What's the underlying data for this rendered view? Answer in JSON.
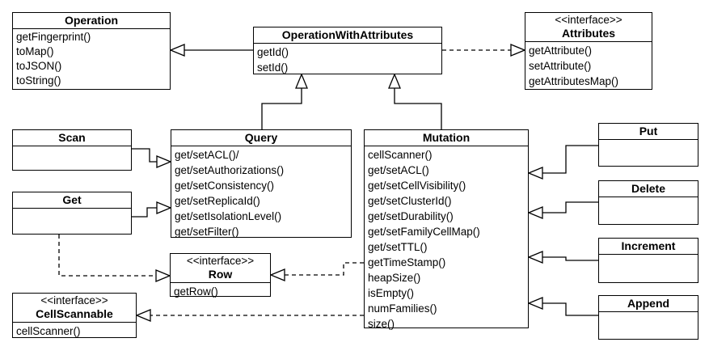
{
  "operation": {
    "name": "Operation",
    "methods": [
      "getFingerprint()",
      "toMap()",
      "toJSON()",
      "toString()"
    ]
  },
  "owa": {
    "name": "OperationWithAttributes",
    "methods": [
      "getId()",
      "setId()"
    ]
  },
  "attributes": {
    "stereotype": "<<interface>>",
    "name": "Attributes",
    "methods": [
      "getAttribute()",
      "setAttribute()",
      "getAttributesMap()"
    ]
  },
  "scan": {
    "name": "Scan"
  },
  "get": {
    "name": "Get"
  },
  "query": {
    "name": "Query",
    "methods": [
      "get/setACL()/",
      "get/setAuthorizations()",
      "get/setConsistency()",
      "get/setReplicaId()",
      "get/setIsolationLevel()",
      "get/setFilter()"
    ]
  },
  "mutation": {
    "name": "Mutation",
    "methods": [
      "cellScanner()",
      "get/setACL()",
      "get/setCellVisibility()",
      "get/setClusterId()",
      "get/setDurability()",
      "get/setFamilyCellMap()",
      "get/setTTL()",
      "getTimeStamp()",
      "heapSize()",
      "isEmpty()",
      "numFamilies()",
      "size()"
    ]
  },
  "put": {
    "name": "Put"
  },
  "delete": {
    "name": "Delete"
  },
  "increment": {
    "name": "Increment"
  },
  "append": {
    "name": "Append"
  },
  "row": {
    "stereotype": "<<interface>>",
    "name": "Row",
    "methods": [
      "getRow()"
    ]
  },
  "cellscannable": {
    "stereotype": "<<interface>>",
    "name": "CellScannable",
    "methods": [
      "cellScanner()"
    ]
  }
}
